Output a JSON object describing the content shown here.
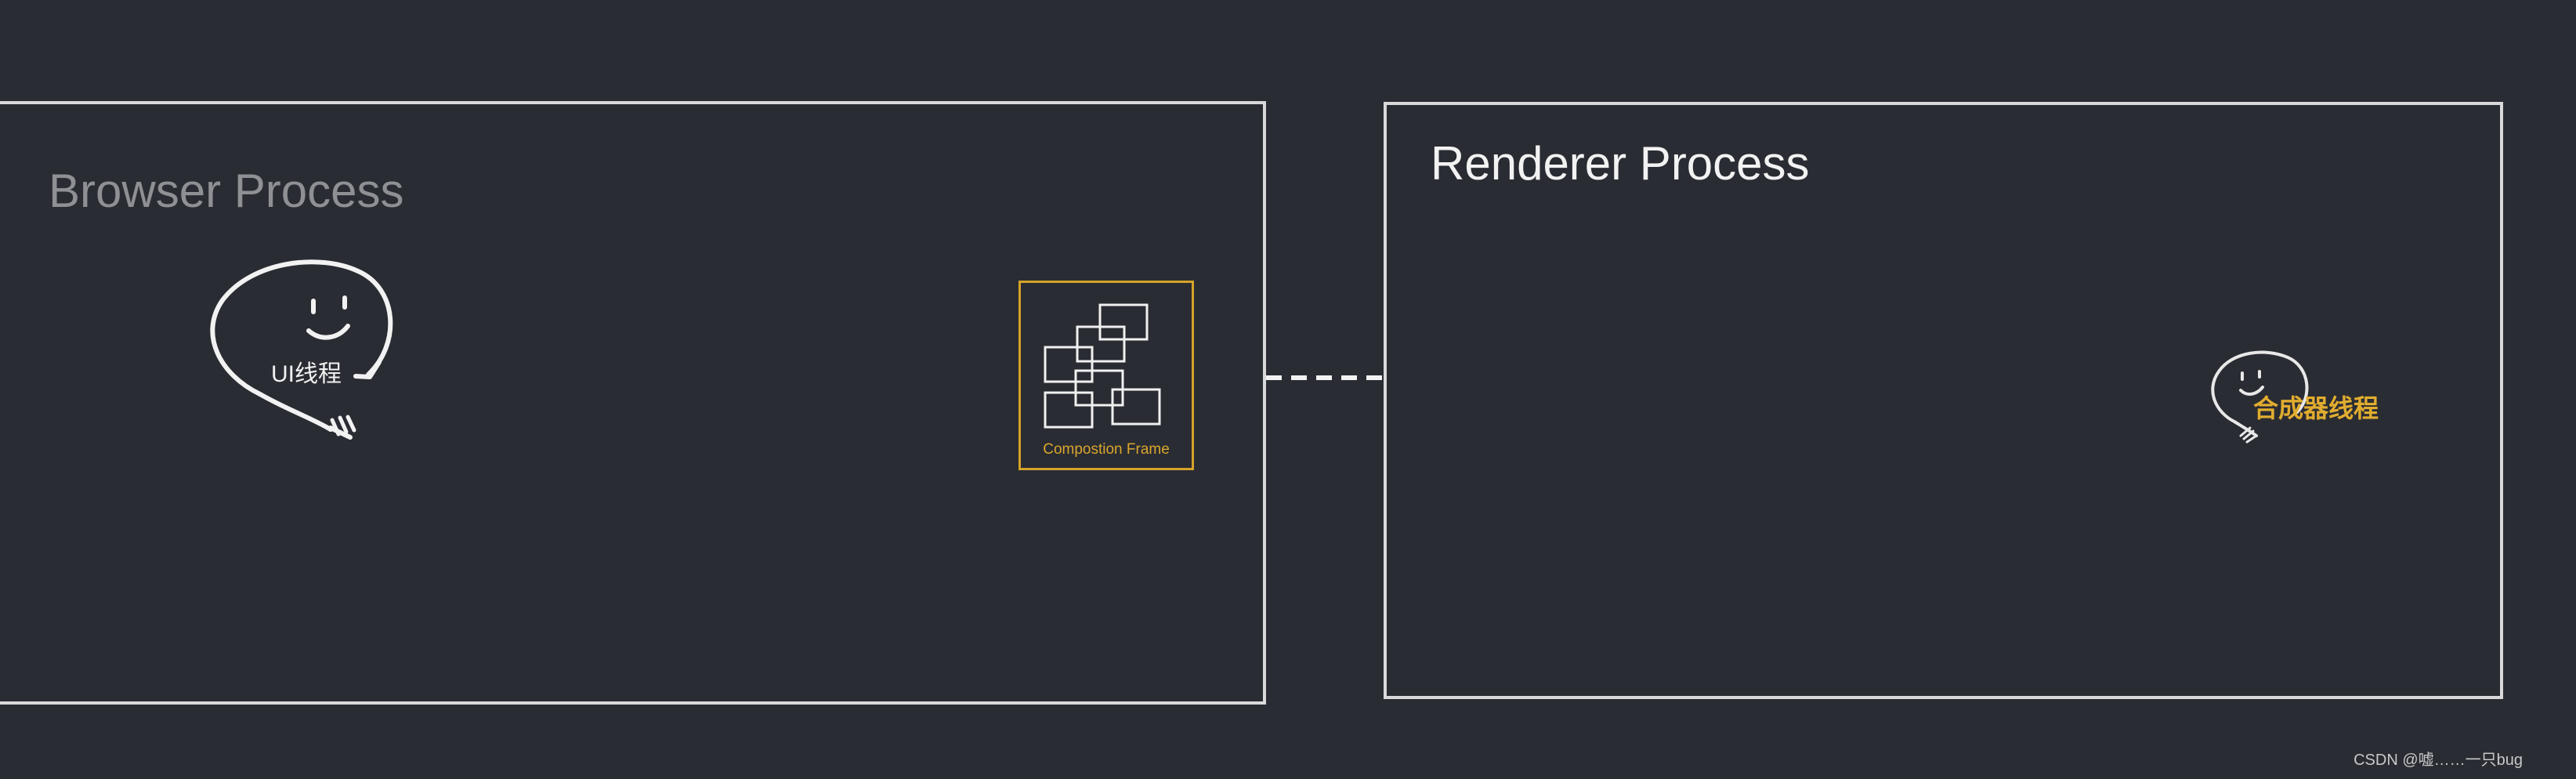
{
  "browser_process": {
    "title": "Browser Process",
    "ui_thread_label": "UI线程"
  },
  "composition_frame": {
    "label": "Compostion Frame"
  },
  "renderer_process": {
    "title": "Renderer Process",
    "compositor_thread_label": "合成器线程"
  },
  "watermark": "CSDN @嘘……一只bug",
  "colors": {
    "background": "#2a2c33",
    "box_border": "#d9d9d9",
    "accent": "#d4a32a",
    "muted_title": "#8e9094",
    "text": "#f2f2f2"
  },
  "icons": [
    "smiley-thread-icon",
    "stacked-frames-icon"
  ]
}
